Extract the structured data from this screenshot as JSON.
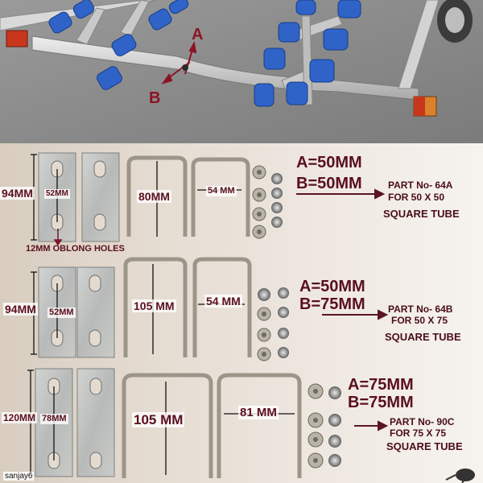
{
  "photo": {
    "label_a": "A",
    "label_b": "B"
  },
  "kits": [
    {
      "plate_height": "94MM",
      "hole_spacing": "52MM",
      "bolt_inner_height": "80MM",
      "bolt_inner_width": "54 MM",
      "spec_a": "A=50MM",
      "spec_b": "B=50MM",
      "part_line1": "PART No- 64A",
      "part_line2": "FOR 50 X 50",
      "part_line3": "SQUARE TUBE"
    },
    {
      "plate_height": "94MM",
      "hole_spacing": "52MM",
      "bolt_inner_height": "105 MM",
      "bolt_inner_width": "54 MM",
      "spec_a": "A=50MM",
      "spec_b": "B=75MM",
      "part_line1": "PART No- 64B",
      "part_line2": "FOR 50 X 75",
      "part_line3": "SQUARE TUBE"
    },
    {
      "plate_height": "120MM",
      "hole_spacing": "78MM",
      "bolt_inner_height": "105 MM",
      "bolt_inner_width": "81 MM",
      "spec_a": "A=75MM",
      "spec_b": "B=75MM",
      "part_line1": "PART No- 90C",
      "part_line2": "FOR  75 X 75",
      "part_line3": "SQUARE TUBE"
    }
  ],
  "hole_note": "12MM OBLONG HOLES",
  "watermark": "sanjay6"
}
